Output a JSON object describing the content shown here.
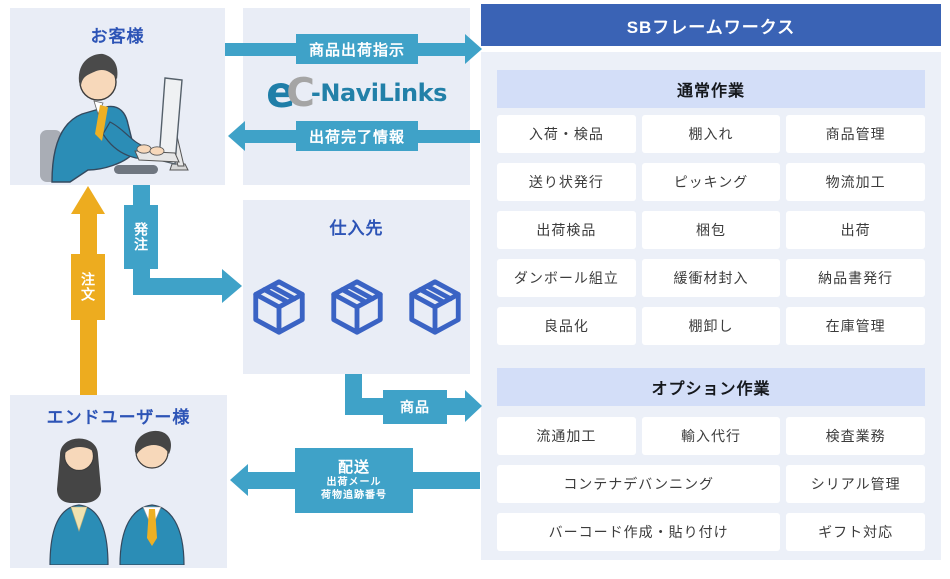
{
  "colors": {
    "teal_arrow": "#3fa2c8",
    "yellow_arrow": "#edac1f",
    "header_blue": "#3a63b5",
    "band_blue": "#d3def8",
    "panel_bg": "#ecf0f8",
    "box_bg": "#e9edf6",
    "title_blue": "#2d54b6",
    "cube_blue": "#3a63c4",
    "logo_teal": "#1f7ea8",
    "logo_gray": "#a5a5a5"
  },
  "boxes": {
    "customer": {
      "title": "お客様"
    },
    "supplier": {
      "title": "仕入先"
    },
    "end_user": {
      "title": "エンドユーザー様"
    }
  },
  "logo": {
    "e": "e",
    "c": "C",
    "suffix": "-NaviLinks"
  },
  "arrows": {
    "ship_instruction": "商品出荷指示",
    "ship_complete": "出荷完了情報",
    "order": "注文",
    "purchase_order": "発注",
    "product": "商品",
    "delivery": {
      "title": "配送",
      "sub1": "出荷メール",
      "sub2": "荷物追跡番号"
    }
  },
  "sb": {
    "title": "SBフレームワークス",
    "normal": {
      "title": "通常作業",
      "cells": [
        "入荷・検品",
        "棚入れ",
        "商品管理",
        "送り状発行",
        "ピッキング",
        "物流加工",
        "出荷検品",
        "梱包",
        "出荷",
        "ダンボール組立",
        "緩衝材封入",
        "納品書発行",
        "良品化",
        "棚卸し",
        "在庫管理"
      ]
    },
    "option": {
      "title": "オプション作業",
      "cells": [
        "流通加工",
        "輸入代行",
        "検査業務",
        "コンテナデバンニング",
        "シリアル管理",
        "バーコード作成・貼り付け",
        "ギフト対応"
      ]
    }
  }
}
